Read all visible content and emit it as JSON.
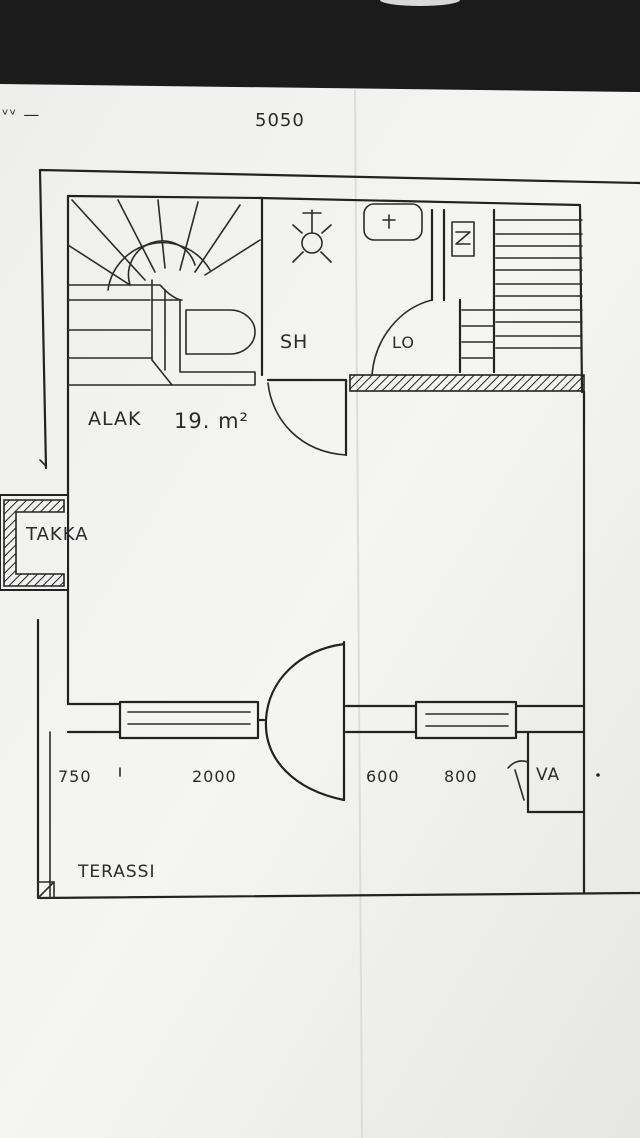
{
  "plan": {
    "top_label_left": "ᵛᵛ —",
    "top_dimension": "5050",
    "rooms": {
      "sauna_label": "SH",
      "wc_label": "LO",
      "lounge_label": "ALAK",
      "lounge_area": "19. m²",
      "fireplace_label": "TAKKA",
      "terrace_label": "TERASSI",
      "storage_label": "VA"
    },
    "dimensions": [
      "750",
      "2000",
      "600",
      "800"
    ]
  },
  "colors": {
    "paper": "#f2f2f0",
    "ink": "#222222",
    "background": "#1b1b1b"
  }
}
